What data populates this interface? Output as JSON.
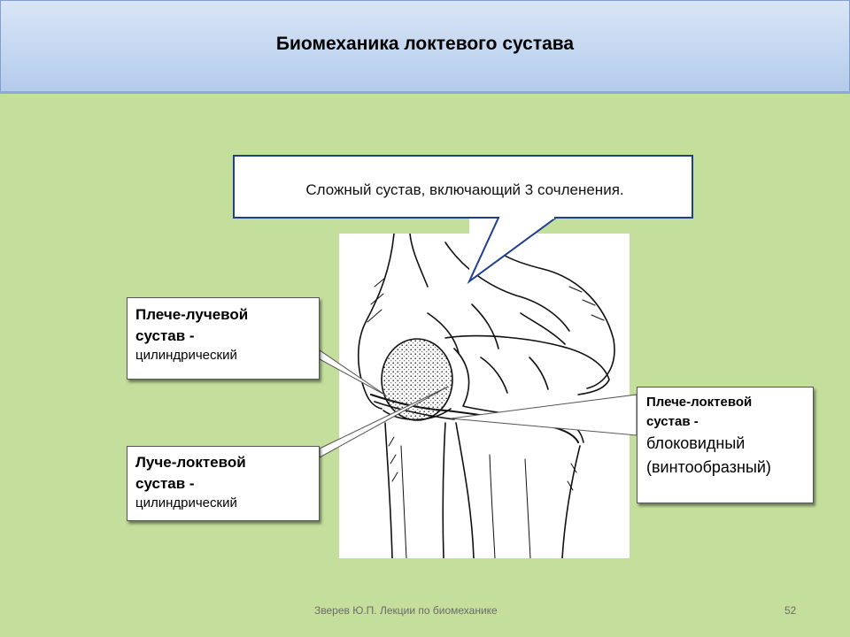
{
  "slide": {
    "title": "Биомеханика локтевого сустава",
    "callout": "Сложный сустав, включающий 3 сочленения.",
    "labels": [
      {
        "l1": "Плече-лучевой",
        "l2": "сустав -",
        "l3": "цилиндрический"
      },
      {
        "l1": "Луче-локтевой",
        "l2": "сустав -",
        "l3": "цилиндрический"
      },
      {
        "l1": "Плече-локтевой",
        "l2": "сустав -",
        "l3": "блоковидный",
        "l4": "(винтообразный)"
      }
    ],
    "footer": "Зверев Ю.П. Лекции по биомеханике",
    "page_number": "52"
  },
  "colors": {
    "background": "#c3df9b",
    "header": "#c6d8f1",
    "callout_border": "#1f3f8f"
  },
  "icons": [
    "elbow-joint-illustration"
  ]
}
